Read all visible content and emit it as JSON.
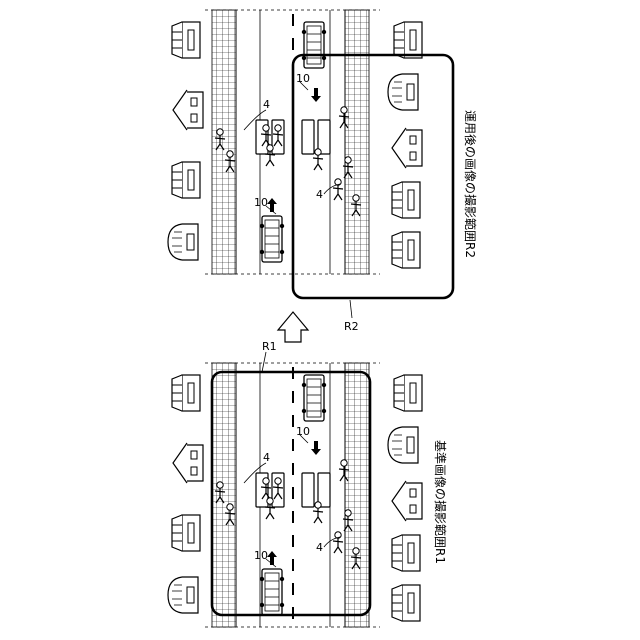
{
  "labels": {
    "range_r1": "R1",
    "range_r2": "R2",
    "ref_vehicle": "10",
    "ref_pedestrian": "4"
  },
  "captions": {
    "reference_image": "基準画像の撮影範囲R1",
    "after_operation_image": "運用後の画像の撮影範囲R2"
  }
}
